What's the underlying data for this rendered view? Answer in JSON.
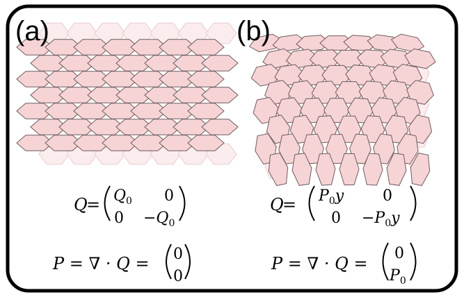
{
  "panel_a": {
    "label": "(a)",
    "q_lhs": "Q",
    "q_tensor": {
      "r1c1": "Q",
      "r1c1_sub": "0",
      "r1c2": "0",
      "r2c1": "0",
      "r2c2": "−Q",
      "r2c2_sub": "0"
    },
    "p_lhs": "P = ∇ · Q =",
    "p_vector": {
      "top": "0",
      "bottom": "0"
    }
  },
  "panel_b": {
    "label": "(b)",
    "q_lhs": "Q",
    "q_tensor": {
      "r1c1": "P",
      "r1c1_sub": "0",
      "r1c1_tail": "y",
      "r1c2": "0",
      "r2c1": "0",
      "r2c2": "−P",
      "r2c2_sub": "0",
      "r2c2_tail": "y"
    },
    "p_lhs": "P = ∇ · Q =",
    "p_vector": {
      "top": "0",
      "bottom": "P",
      "bottom_sub": "0"
    }
  },
  "colors": {
    "cell_fill": "#f6d4d6",
    "cell_stroke": "#6f5a5c",
    "ghost_fill": "#fbecee",
    "ghost_stroke": "#e8cdd0",
    "frame": "#000000"
  }
}
